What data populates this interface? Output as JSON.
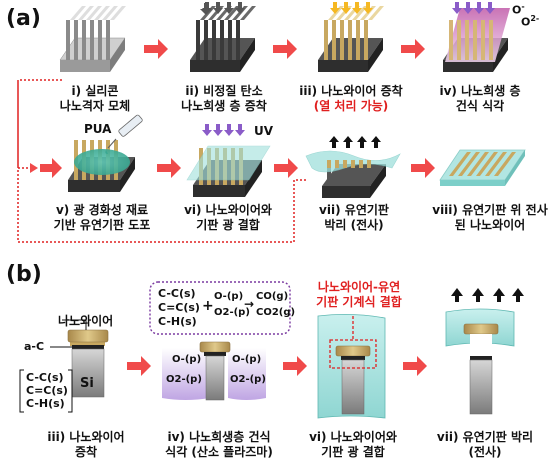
{
  "panel_a": {
    "label": "(a)",
    "steps": [
      {
        "num": "i)",
        "line1": "실리콘",
        "line2": "나노격자 모체"
      },
      {
        "num": "ii)",
        "line1": "비정질 탄소",
        "line2": "나노희생 층 증착"
      },
      {
        "num": "iii)",
        "line1": "나노와이어 증착",
        "line2": "(열 처리 가능)"
      },
      {
        "num": "iv)",
        "line1": "나노희생 층",
        "line2": "건식 식각"
      },
      {
        "num": "v)",
        "line1": "광 경화성 재료",
        "line2": "기반 유연기판 도포"
      },
      {
        "num": "vi)",
        "line1": "나노와이어와",
        "line2": "기판 광 결합"
      },
      {
        "num": "vii)",
        "line1": "유연기판",
        "line2": "박리 (전사)"
      },
      {
        "num": "viii)",
        "line1": "유연기판 위 전사",
        "line2": "된 나노와이어"
      }
    ],
    "pua": "PUA",
    "uv": "UV",
    "oxygen_radical": "O",
    "oxygen_radical_sup": "-",
    "oxygen_ion": "O",
    "oxygen_ion_sup": "2-"
  },
  "panel_b": {
    "label": "(b)",
    "nanowire": "나노와이어",
    "ac": "a-C",
    "si": "Si",
    "bonds": [
      "C-C(s)",
      "C=C(s)",
      "C-H(s)"
    ],
    "reaction": {
      "reactants": [
        "C-C(s)",
        "C=C(s)",
        "C-H(s)"
      ],
      "plus": "+",
      "oxidants": [
        "O-(p)",
        "O2-(p)"
      ],
      "products": [
        "CO(g)",
        "CO2(g)"
      ]
    },
    "plasma_species": [
      "O-(p)",
      "O2-(p)",
      "O-(p)",
      "O2-(p)"
    ],
    "coupling_title_1": "나노와이어-유연",
    "coupling_title_2": "기판 기계식 결합",
    "captions": [
      {
        "line1": "iii) 나노와이어",
        "line2": "증착"
      },
      {
        "line1": "iv) 나노희생층 건식",
        "line2": "식각 (산소 플라즈마)"
      },
      {
        "line1": "vi) 나노와이어와",
        "line2": "기판 광 결합"
      },
      {
        "line1": "vii) 유연기판 박리",
        "line2": "(전사)"
      }
    ]
  },
  "colors": {
    "arrow_red": "#f04a4a",
    "gold": "#c8a860",
    "purple": "#8a5cc8",
    "teal": "#a8e2df",
    "dark": "#3a3a3a",
    "gray": "#9a9a9a"
  }
}
